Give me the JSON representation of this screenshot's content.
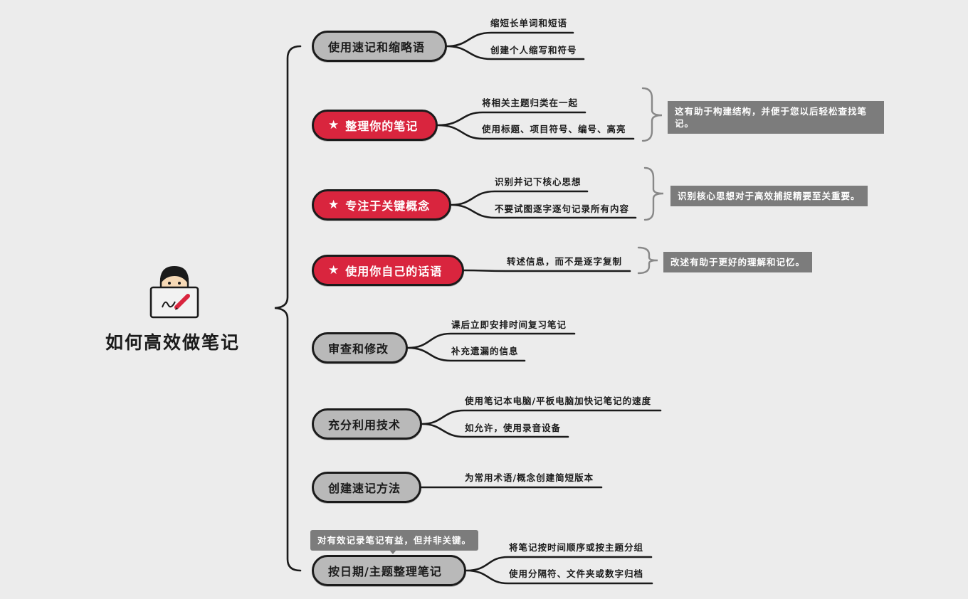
{
  "central": {
    "title": "如何高效做笔记",
    "icon": "person-with-laptop-icon"
  },
  "branches": [
    {
      "label": "使用速记和缩略语",
      "style": "gray",
      "children": [
        "缩短长单词和短语",
        "创建个人缩写和符号"
      ]
    },
    {
      "label": "整理你的笔记",
      "style": "red",
      "children": [
        "将相关主题归类在一起",
        "使用标题、项目符号、编号、高亮"
      ],
      "note": "这有助于构建结构，并便于您以后轻松查找笔记。"
    },
    {
      "label": "专注于关键概念",
      "style": "red",
      "children": [
        "识别并记下核心思想",
        "不要试图逐字逐句记录所有内容"
      ],
      "note": "识别核心思想对于高效捕捉精要至关重要。"
    },
    {
      "label": "使用你自己的话语",
      "style": "red",
      "children": [
        "转述信息，而不是逐字复制"
      ],
      "note": "改述有助于更好的理解和记忆。"
    },
    {
      "label": "审查和修改",
      "style": "gray",
      "children": [
        "课后立即安排时间复习笔记",
        "补充遗漏的信息"
      ]
    },
    {
      "label": "充分利用技术",
      "style": "gray",
      "children": [
        "使用笔记本电脑/平板电脑加快记笔记的速度",
        "如允许，使用录音设备"
      ]
    },
    {
      "label": "创建速记方法",
      "style": "gray",
      "children": [
        "为常用术语/概念创建简短版本"
      ]
    },
    {
      "label": "按日期/主题整理笔记",
      "style": "gray",
      "children": [
        "将笔记按时间顺序或按主题分组",
        "使用分隔符、文件夹或数字归档"
      ],
      "note": "对有效记录笔记有益，但并非关键。"
    }
  ],
  "colors": {
    "background": "#ececec",
    "red": "#d9253e",
    "gray_node": "#b9b9b9",
    "callout": "#7c7c7c",
    "line": "#1b1b1b"
  }
}
